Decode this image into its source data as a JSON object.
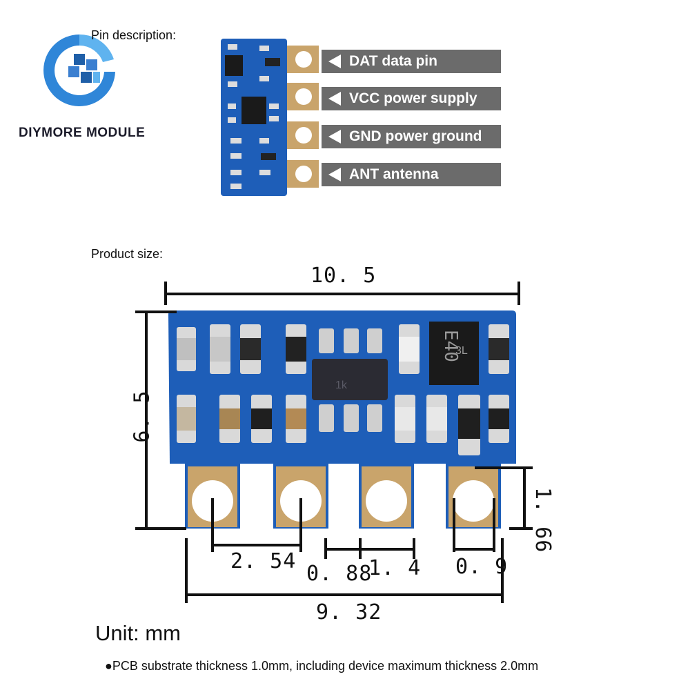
{
  "brand": {
    "name": "DIYMORE MODULE",
    "logo_colors": {
      "ring": "#2f86d8",
      "ring_light": "#5fb3ef",
      "cubes": "#1f5fa8"
    }
  },
  "pin_section": {
    "label": "Pin description:",
    "pins": [
      {
        "label": "DAT data pin"
      },
      {
        "label": "VCC power supply"
      },
      {
        "label": "GND power ground"
      },
      {
        "label": "ANT antenna"
      }
    ],
    "tag_color": "#6b6b6b"
  },
  "size_section": {
    "label": "Product size:",
    "dimensions": {
      "width": "10. 5",
      "height": "6. 5",
      "pad_height": "1. 66",
      "pin_pitch": "2. 54",
      "gap": "0. 88",
      "pad_width": "1. 4",
      "hole": "0. 9",
      "span": "9. 32"
    },
    "chip_labels": {
      "main_chip": "1k",
      "rf_chip_top": "E40",
      "rf_chip_bottom": "3L"
    }
  },
  "unit": "Unit: mm",
  "note": "●PCB substrate thickness 1.0mm, including device maximum thickness 2.0mm",
  "colors": {
    "pcb": "#1e5eb8",
    "pcb_dark": "#174a94",
    "pad": "#c9a46b",
    "pad_hole": "#ffffff",
    "ink": "#111111"
  }
}
